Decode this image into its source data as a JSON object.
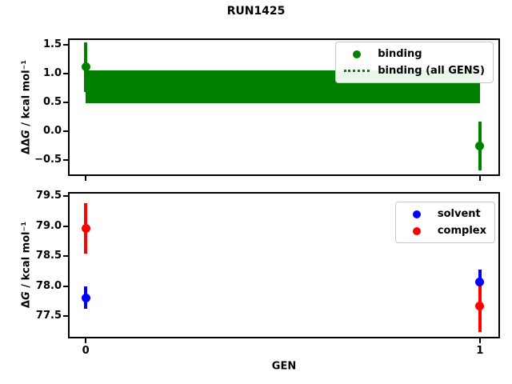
{
  "title": "RUN1425",
  "colors": {
    "binding": "#008000",
    "solvent": "#0000ff",
    "complex": "#ff0000",
    "axis": "#000000",
    "background": "#ffffff",
    "legend_border": "#c8c8c8"
  },
  "chart_data": [
    {
      "id": "top",
      "type": "scatter",
      "ylabel": "ΔΔG / kcal mol⁻¹",
      "ylabel_delta": "ΔΔ",
      "ylabel_g": "G",
      "ylabel_units": " / kcal mol⁻¹",
      "ylim": [
        -0.78,
        1.61
      ],
      "yticks": [
        1.5,
        1.0,
        0.5,
        0.0,
        -0.5
      ],
      "ytick_labels": [
        "1.5",
        "1.0",
        "0.5",
        "0.0",
        "−0.5"
      ],
      "xlim": [
        -0.045,
        1.051
      ],
      "xticks": [
        0,
        1
      ],
      "xtick_labels": [],
      "grid": false,
      "series": [
        {
          "name": "binding",
          "color": "#008000",
          "points": [
            {
              "x": 0,
              "y": 1.11,
              "yerr": 0.43
            },
            {
              "x": 1,
              "y": -0.26,
              "yerr": 0.42
            }
          ]
        }
      ],
      "band": {
        "name": "binding (all GENS)",
        "color": "#008000",
        "x0": 0,
        "x1": 1,
        "lo": 0.49,
        "hi": 1.05,
        "center": 0.77,
        "center_linestyle": "dotted"
      },
      "legend": {
        "position": "upper right",
        "items": [
          {
            "label": "binding",
            "marker": "dot",
            "color": "#008000"
          },
          {
            "label": "binding (all GENS)",
            "marker": "dotted-line",
            "color": "#008000"
          }
        ]
      }
    },
    {
      "id": "bottom",
      "type": "scatter",
      "ylabel": "ΔG / kcal mol⁻¹",
      "ylabel_delta": "Δ",
      "ylabel_g": "G",
      "ylabel_units": " / kcal mol⁻¹",
      "xlabel": "GEN",
      "ylim": [
        77.13,
        79.57
      ],
      "yticks": [
        79.5,
        79.0,
        78.5,
        78.0,
        77.5
      ],
      "ytick_labels": [
        "79.5",
        "79.0",
        "78.5",
        "78.0",
        "77.5"
      ],
      "xlim": [
        -0.045,
        1.051
      ],
      "xticks": [
        0,
        1
      ],
      "xtick_labels": [
        "0",
        "1"
      ],
      "grid": false,
      "series": [
        {
          "name": "solvent",
          "color": "#0000ff",
          "points": [
            {
              "x": 0,
              "y": 77.81,
              "yerr": 0.19
            },
            {
              "x": 1,
              "y": 78.07,
              "yerr": 0.21
            }
          ]
        },
        {
          "name": "complex",
          "color": "#ff0000",
          "points": [
            {
              "x": 0,
              "y": 78.96,
              "yerr": 0.42
            },
            {
              "x": 1,
              "y": 77.67,
              "yerr": 0.43
            }
          ]
        }
      ],
      "legend": {
        "position": "upper right",
        "items": [
          {
            "label": "solvent",
            "marker": "dot",
            "color": "#0000ff"
          },
          {
            "label": "complex",
            "marker": "dot",
            "color": "#ff0000"
          }
        ]
      }
    }
  ]
}
